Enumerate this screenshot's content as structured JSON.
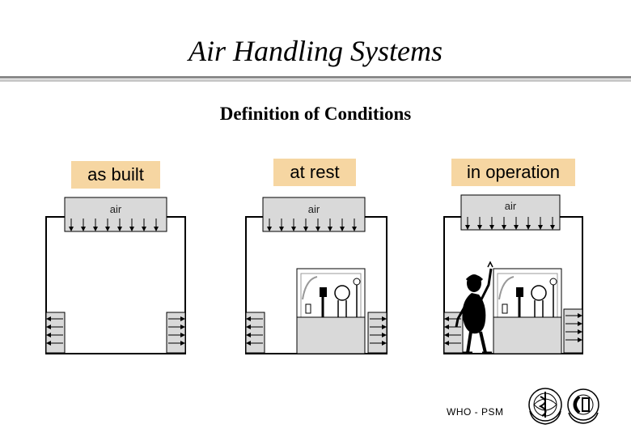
{
  "slide": {
    "title": "Air Handling Systems",
    "subtitle": "Definition of Conditions",
    "footer": "WHO - PSM"
  },
  "panels": [
    {
      "label": "as built",
      "air_label": "air",
      "has_equipment": false,
      "has_person": false
    },
    {
      "label": "at rest",
      "air_label": "air",
      "has_equipment": true,
      "has_person": false
    },
    {
      "label": "in operation",
      "air_label": "air",
      "has_equipment": true,
      "has_person": true
    }
  ],
  "icons": [
    "who-emblem-icon",
    "second-emblem-icon"
  ],
  "colors": {
    "label_background": "#f6d6a2",
    "diffuser_fill": "#d9d9d9",
    "bench_fill": "#d9d9d9"
  }
}
